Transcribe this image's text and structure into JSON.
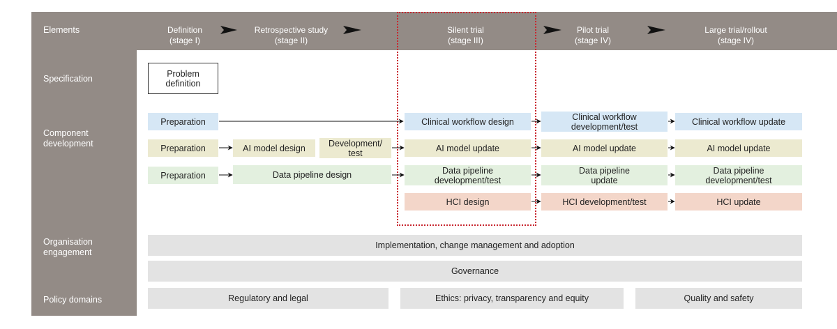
{
  "colors": {
    "header": "#938b86",
    "blue": "#d6e7f5",
    "yellow": "#ecead0",
    "green": "#e3f0df",
    "salmon": "#f3d6c9",
    "grey": "#e3e3e3",
    "highlight": "#c8262f"
  },
  "sidebar": {
    "elements": "Elements",
    "specification": "Specification",
    "component_development": "Component\ndevelopment",
    "organisation_engagement": "Organisation\nengagement",
    "policy_domains": "Policy domains"
  },
  "stages": {
    "definition": "Definition\n(stage I)",
    "retrospective": "Retrospective study\n(stage II)",
    "silent": "Silent trial\n(stage III)",
    "pilot": "Pilot trial\n(stage IV)",
    "large": "Large trial/rollout\n(stage IV)"
  },
  "specification": {
    "problem_definition": "Problem\ndefinition"
  },
  "workflow_row": {
    "preparation": "Preparation",
    "silent": "Clinical workflow design",
    "pilot": "Clinical workflow\ndevelopment/test",
    "large": "Clinical workflow update"
  },
  "model_row": {
    "preparation": "Preparation",
    "design": "AI model design",
    "devtest": "Development/\ntest",
    "silent": "AI model update",
    "pilot": "AI model update",
    "large": "AI model update"
  },
  "data_row": {
    "preparation": "Preparation",
    "design": "Data pipeline design",
    "silent": "Data pipeline\ndevelopment/test",
    "pilot": "Data pipeline\nupdate",
    "large": "Data pipeline\ndevelopment/test"
  },
  "hci_row": {
    "silent": "HCI design",
    "pilot": "HCI development/test",
    "large": "HCI update"
  },
  "organisation": {
    "implementation": "Implementation, change management and adoption",
    "governance": "Governance"
  },
  "policy": {
    "regulatory": "Regulatory and legal",
    "ethics": "Ethics: privacy, transparency and equity",
    "quality": "Quality and safety"
  }
}
